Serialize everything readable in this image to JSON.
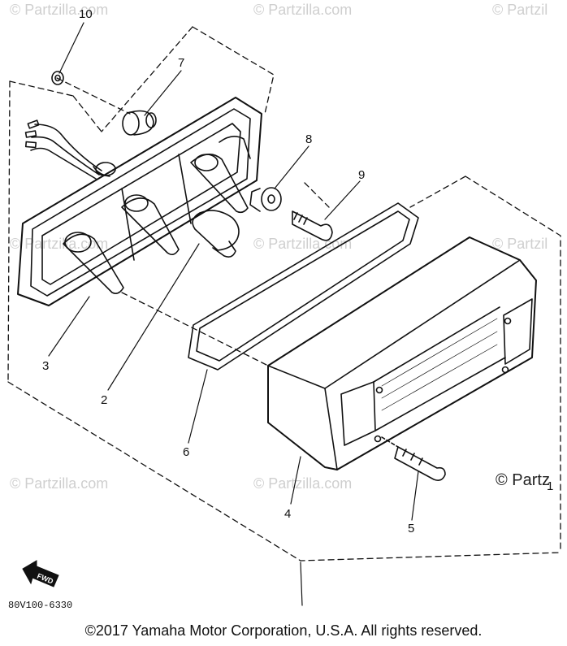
{
  "watermark": {
    "text": "© Partzilla.com",
    "partial_text": "© Partzil",
    "right_edge_text": "© Partz"
  },
  "callouts": {
    "c1": "1",
    "c2": "2",
    "c3": "3",
    "c4": "4",
    "c5": "5",
    "c6": "6",
    "c7": "7",
    "c8": "8",
    "c9": "9",
    "c10": "10"
  },
  "front_arrow_label": "FWD",
  "drawing_code": "80V100-6330",
  "copyright": "©2017  Yamaha Motor Corporation, U.S.A. All rights reserved.",
  "colors": {
    "line": "#111111",
    "watermark": "#cfcfcf"
  }
}
